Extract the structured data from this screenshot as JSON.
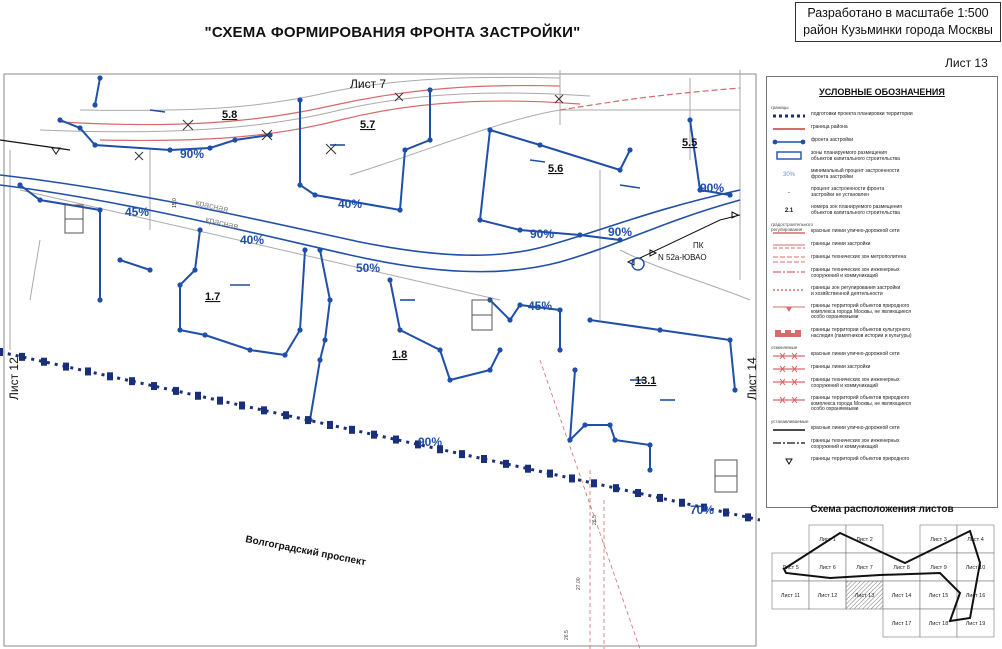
{
  "header": {
    "title": "\"СХЕМА ФОРМИРОВАНИЯ ФРОНТА ЗАСТРОЙКИ\"",
    "stamp_line1": "Разработано в масштабе 1:500",
    "stamp_line2": "район Кузьминки города Москвы",
    "sheet_label": "Лист 13"
  },
  "map": {
    "neighbor_sheets": {
      "top": "Лист 7",
      "left": "Лист 12",
      "right": "Лист 14"
    },
    "zone_ids": [
      "5.8",
      "5.7",
      "5.6",
      "5.5",
      "1.7",
      "1.8",
      "13.1"
    ],
    "percents": [
      "90%",
      "45%",
      "40%",
      "40%",
      "90%",
      "90%",
      "90%",
      "50%",
      "45%",
      "90%",
      "70%"
    ],
    "street": "Волгоградский проспект",
    "red_line_label_1": "красная",
    "red_line_label_2": "красная",
    "road_width": "15,0",
    "pk_line1": "ПК",
    "pk_line2": "N 52а-ЮВАО",
    "dims": [
      "26.5",
      "27.00",
      "26.5"
    ]
  },
  "legend": {
    "title": "УСЛОВНЫЕ ОБОЗНАЧЕНИЯ",
    "group_headers": [
      "границы",
      "градостроительного регулирования",
      "отменяемые",
      "устанавливаемые"
    ],
    "items": [
      {
        "sym": "territory",
        "text": "подготовки проекта планировки территории"
      },
      {
        "sym": "district",
        "text": "граница района"
      },
      {
        "sym": "front",
        "text": "фронта застройки"
      },
      {
        "sym": "zone",
        "text": "зоны планируемого размещения\nобъектов капитального строительства"
      },
      {
        "sym": "pct",
        "text": "минимальный процент застроенности\nфронта застройки",
        "glyph": "30%"
      },
      {
        "sym": "dash",
        "text": "процент застроенности фронта\nзастройки не установлен",
        "glyph": "-"
      },
      {
        "sym": "num",
        "text": "номера зон планируемого размещения\nобъектов капитального строительства",
        "glyph": "2.1"
      },
      {
        "sym": "red",
        "text": "красные линии улично-дорожной сети"
      },
      {
        "sym": "red2",
        "text": "границы линии застройки"
      },
      {
        "sym": "red3",
        "text": "границы технических зон метрополитена"
      },
      {
        "sym": "red4",
        "text": "границы технических зон инженерных\nсооружений и коммуникаций"
      },
      {
        "sym": "red5",
        "text": "границы зон регулирования застройки\nи хозяйственной деятельности"
      },
      {
        "sym": "tri",
        "text": "границы территорий объектов природного\nкомплекса города Москвы, не являющиеся\nособо охраняемыми"
      },
      {
        "sym": "heritage",
        "text": "границы территории объектов культурного\nнаследия (памятников истории и культуры)"
      },
      {
        "sym": "x1",
        "text": "красные линии улично-дорожной сети"
      },
      {
        "sym": "x2",
        "text": "границы линии застройки"
      },
      {
        "sym": "x3",
        "text": "границы технических зон инженерных\nсооружений и коммуникаций"
      },
      {
        "sym": "x4",
        "text": "границы территорий объектов природного\nкомплекса города Москвы, не являющиеся\nособо охраняемыми"
      },
      {
        "sym": "b1",
        "text": "красные линии улично-дорожной сети"
      },
      {
        "sym": "b2",
        "text": "границы технических зон инженерных\nсооружений и коммуникаций"
      },
      {
        "sym": "b3",
        "text": "границы территорий объектов природного"
      }
    ]
  },
  "scheme": {
    "title": "Схема расположения листов",
    "sheets": [
      "Лист 1",
      "Лист 2",
      "Лист 3",
      "Лист 4",
      "Лист 5",
      "Лист 6",
      "Лист 7",
      "Лист 8",
      "Лист 9",
      "Лист 10",
      "Лист 11",
      "Лист 12",
      "Лист 13",
      "Лист 14",
      "Лист 15",
      "Лист 16",
      "Лист 17",
      "Лист 18",
      "Лист 19"
    ]
  }
}
